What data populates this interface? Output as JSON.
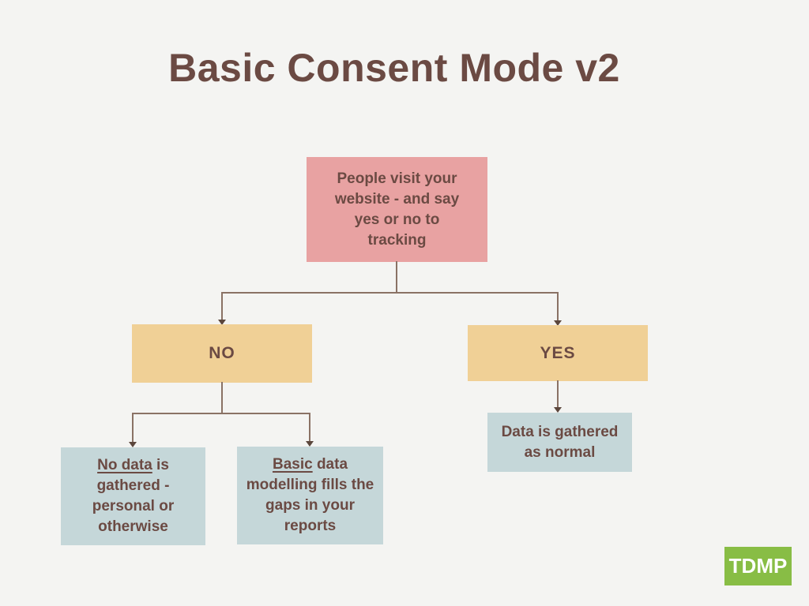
{
  "page": {
    "title": "Basic Consent Mode v2"
  },
  "diagram": {
    "root": {
      "text": "People visit your website - and say yes or no to tracking"
    },
    "no_branch": {
      "label": "NO"
    },
    "yes_branch": {
      "label": "YES"
    },
    "no_outcome_1": {
      "underlined": "No data",
      "rest": " is gathered - personal or otherwise"
    },
    "no_outcome_2": {
      "underlined": "Basic",
      "rest": " data modelling fills the gaps in your reports"
    },
    "yes_outcome_1": {
      "text": "Data is gathered as normal"
    }
  },
  "logo": {
    "text": "TDMP"
  },
  "colors": {
    "background": "#f4f4f2",
    "text": "#6b4a43",
    "root_box": "#e8a2a2",
    "decision_box": "#f0d096",
    "outcome_box": "#c5d7d9",
    "connector": "#8a7265",
    "arrowhead": "#5b463c",
    "logo_background": "#88bd45",
    "logo_text": "#ffffff"
  }
}
